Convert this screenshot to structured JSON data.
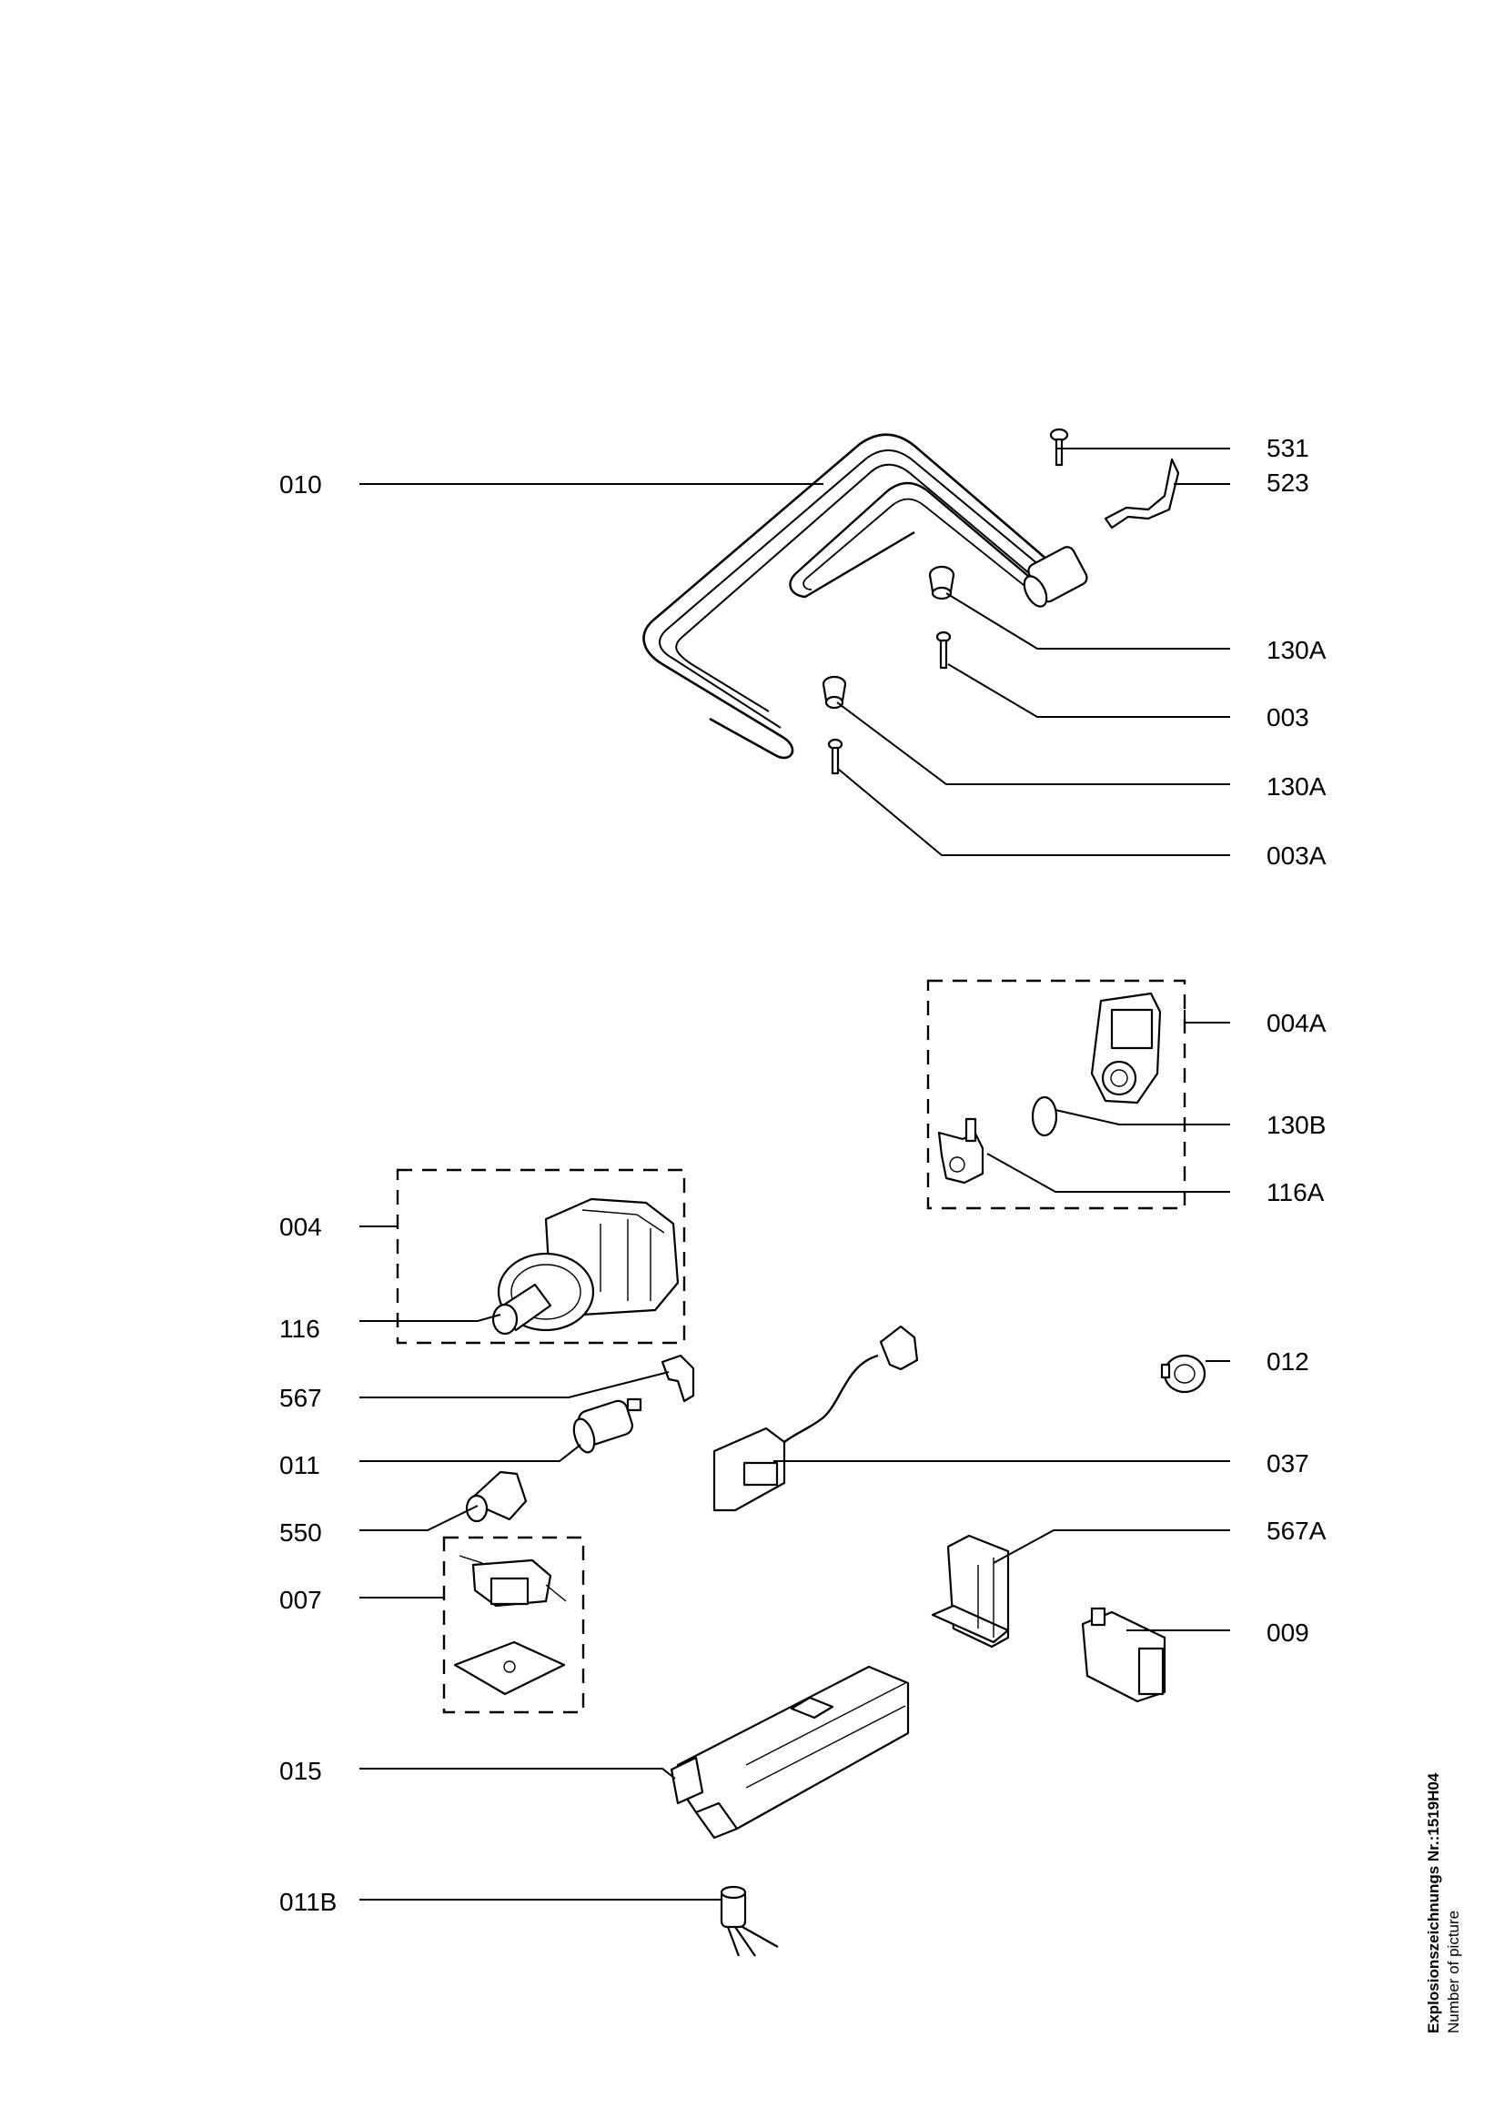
{
  "callouts": {
    "c531": "531",
    "c523": "523",
    "c010": "010",
    "c130A_1": "130A",
    "c003": "003",
    "c130A_2": "130A",
    "c003A": "003A",
    "c004A": "004A",
    "c130B": "130B",
    "c116A": "116A",
    "c004": "004",
    "c116": "116",
    "c012": "012",
    "c567": "567",
    "c011": "011",
    "c037": "037",
    "c550": "550",
    "c567A": "567A",
    "c007": "007",
    "c009": "009",
    "c015": "015",
    "c011B": "011B"
  },
  "footer": {
    "drawing_number": "Explosionszeichnungs Nr.:1519H04",
    "caption": "Number of picture"
  }
}
